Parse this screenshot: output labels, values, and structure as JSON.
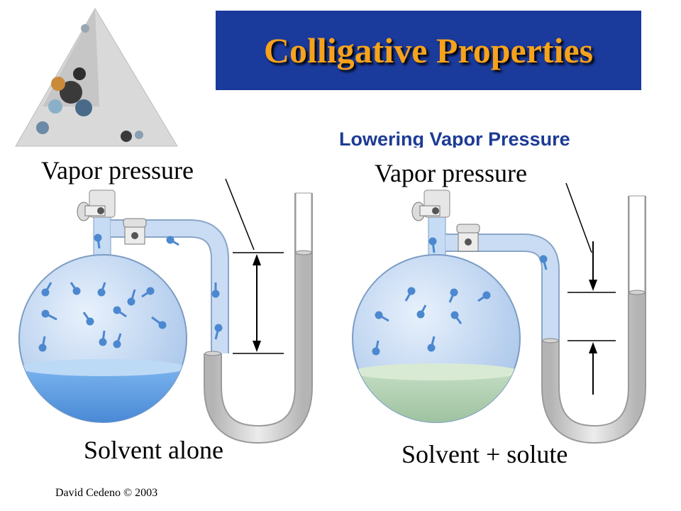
{
  "title": "Colligative Properties",
  "subtitle": "Lowering Vapor Pressure",
  "left_panel": {
    "top_label": "Vapor pressure",
    "bottom_label": "Solvent alone"
  },
  "right_panel": {
    "top_label": "Vapor pressure",
    "bottom_label": "Solvent + solute"
  },
  "footer": "David Cedeno © 2003",
  "colors": {
    "title_bg": "#1a3a9c",
    "title_text": "#f6a21c",
    "subtitle_text": "#1d3b94",
    "solvent": "#4f8fd6",
    "solution": "#9dc49f"
  }
}
